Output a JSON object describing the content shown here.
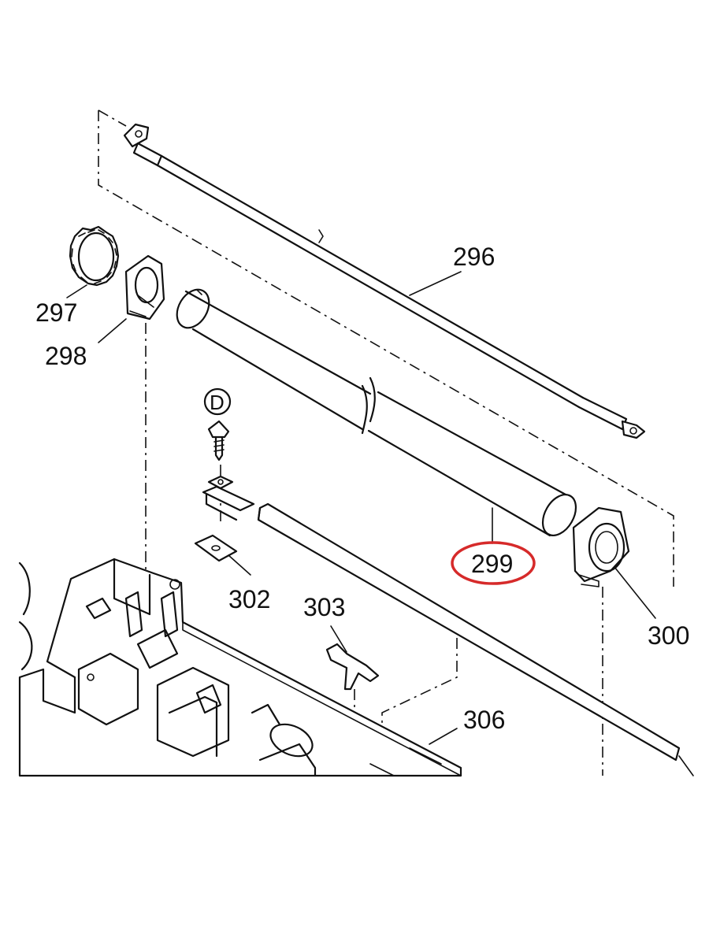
{
  "labels": {
    "p296": "296",
    "p297": "297",
    "p298": "298",
    "p299": "299",
    "p300": "300",
    "p302": "302",
    "p303": "303",
    "p306": "306",
    "marker_d": "D"
  },
  "highlight": {
    "part": "299",
    "color": "#d62a2a"
  }
}
